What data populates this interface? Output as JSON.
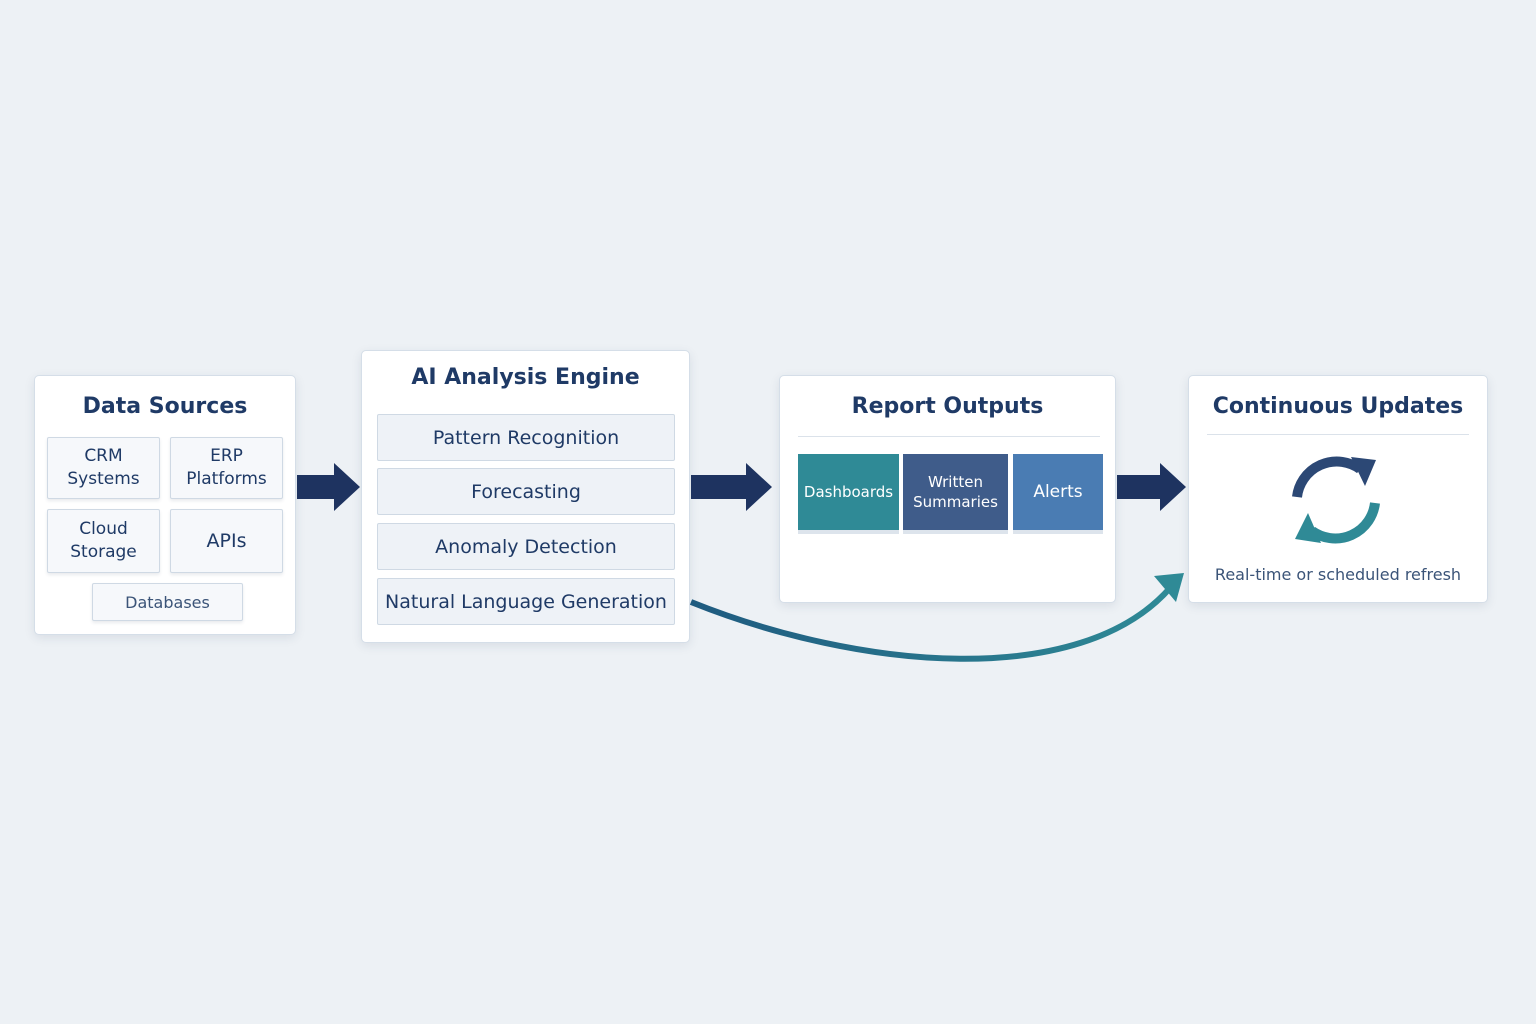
{
  "data_sources": {
    "title": "Data Sources",
    "items": [
      "CRM\nSystems",
      "ERP\nPlatforms",
      "Cloud\nStorage",
      "APIs",
      "Databases"
    ]
  },
  "ai_engine": {
    "title": "AI Analysis Engine",
    "steps": [
      "Pattern Recognition",
      "Forecasting",
      "Anomaly Detection",
      "Natural Language Generation"
    ]
  },
  "report_outputs": {
    "title": "Report Outputs",
    "items": [
      "Dashboards",
      "Written\nSummaries",
      "Alerts"
    ]
  },
  "continuous_updates": {
    "title": "Continuous Updates",
    "caption": "Real-time or scheduled refresh"
  },
  "colors": {
    "navy": "#1f3a66",
    "teal": "#2f8a96",
    "slate": "#3f5c8a",
    "blue": "#4a7cb3",
    "arrow": "#1e3360"
  }
}
